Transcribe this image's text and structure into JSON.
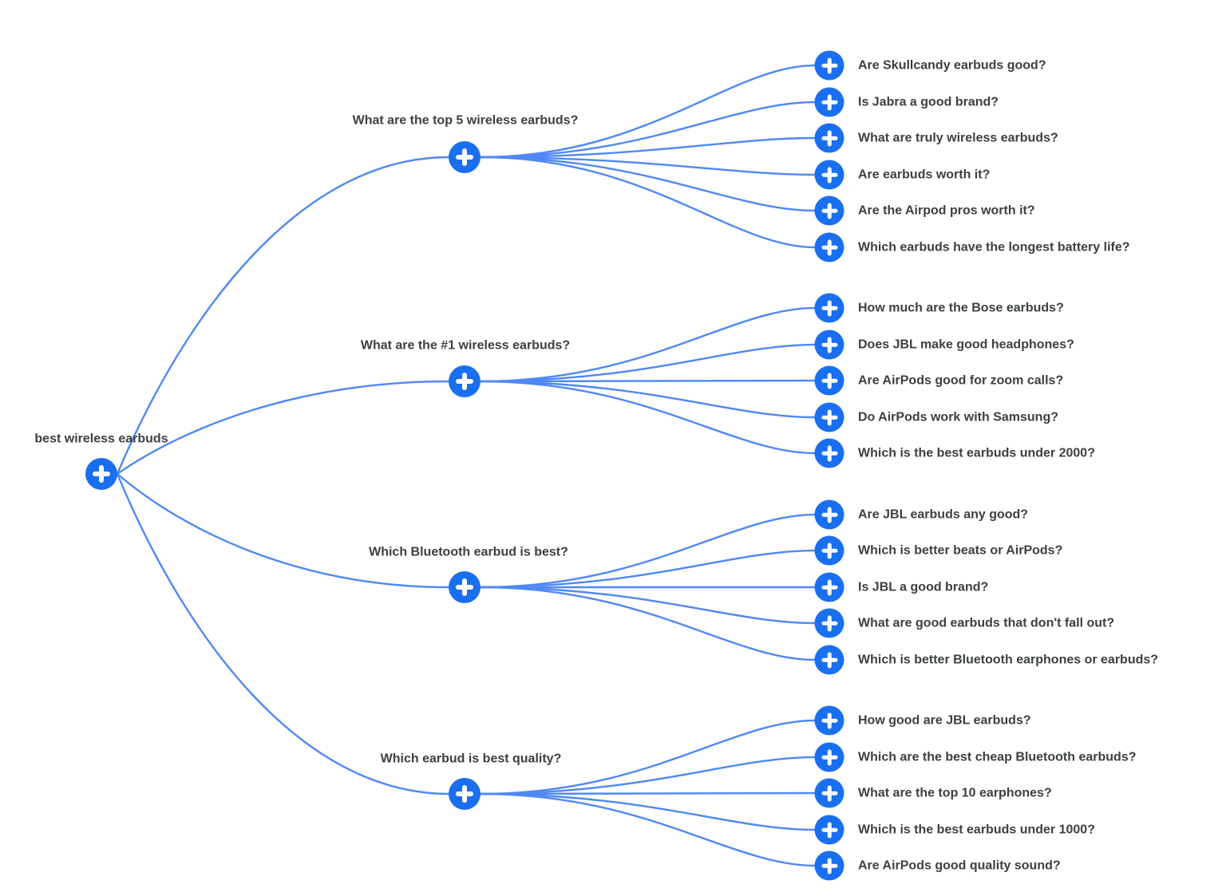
{
  "colors": {
    "node_color": "#1a6ff0",
    "line_color": "#5088f5",
    "text_color": "#3c4043",
    "plus_color": "#ffffff",
    "background": "#ffffff"
  },
  "icons": {
    "node_icon": "plus-icon"
  },
  "tree": {
    "root": {
      "label": "best wireless earbuds"
    },
    "branches": [
      {
        "label": "What are the top 5 wireless earbuds?",
        "children": [
          "Are Skullcandy earbuds good?",
          "Is Jabra a good brand?",
          "What are truly wireless earbuds?",
          "Are earbuds worth it?",
          "Are the Airpod pros worth it?",
          "Which earbuds have the longest battery life?"
        ]
      },
      {
        "label": "What are the #1 wireless earbuds?",
        "children": [
          "How much are the Bose earbuds?",
          "Does JBL make good headphones?",
          "Are AirPods good for zoom calls?",
          "Do AirPods work with Samsung?",
          "Which is the best earbuds under 2000?"
        ]
      },
      {
        "label": "Which Bluetooth earbud is best?",
        "children": [
          "Are JBL earbuds any good?",
          "Which is better beats or AirPods?",
          "Is JBL a good brand?",
          "What are good earbuds that don't fall out?",
          "Which is better Bluetooth earphones or earbuds?"
        ]
      },
      {
        "label": "Which earbud is best quality?",
        "children": [
          "How good are JBL earbuds?",
          "Which are the best cheap Bluetooth earbuds?",
          "What are the top 10 earphones?",
          "Which is the best earbuds under 1000?",
          "Are AirPods good quality sound?"
        ]
      }
    ]
  }
}
